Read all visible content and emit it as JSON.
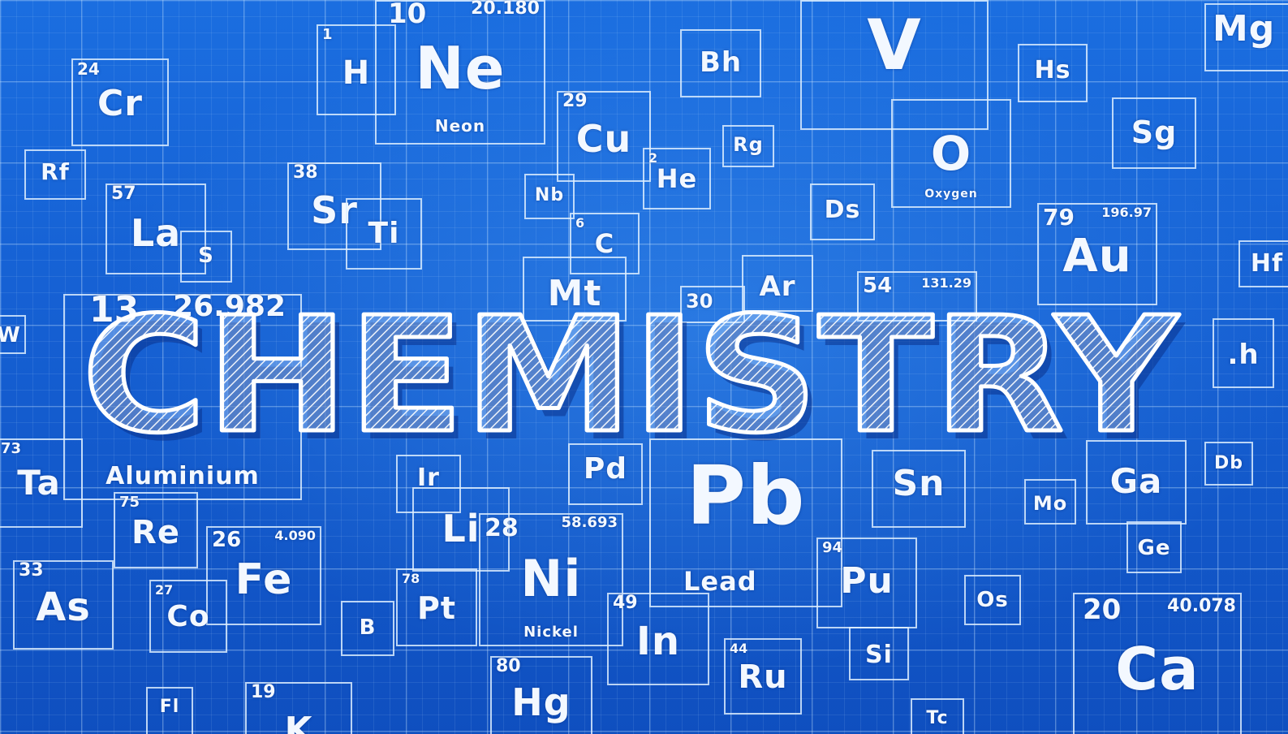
{
  "headline": {
    "text": "CHEMISTRY"
  },
  "colors": {
    "background": "#1a5fd0",
    "line": "#e1f0ff",
    "text": "#f3f8ff"
  },
  "tiles": [
    {
      "id": "ne",
      "number": "10",
      "mass": "20.180",
      "symbol": "Ne",
      "name": "Neon"
    },
    {
      "id": "h",
      "number": "1",
      "symbol": "H"
    },
    {
      "id": "cr",
      "number": "24",
      "symbol": "Cr"
    },
    {
      "id": "rf",
      "symbol": "Rf"
    },
    {
      "id": "la",
      "number": "57",
      "symbol": "La"
    },
    {
      "id": "sr",
      "number": "38",
      "symbol": "Sr"
    },
    {
      "id": "ti",
      "symbol": "Ti"
    },
    {
      "id": "s",
      "symbol": "S"
    },
    {
      "id": "bh",
      "symbol": "Bh"
    },
    {
      "id": "v",
      "symbol": "V"
    },
    {
      "id": "cu",
      "number": "29",
      "symbol": "Cu"
    },
    {
      "id": "he",
      "number": "2",
      "symbol": "He"
    },
    {
      "id": "rg",
      "symbol": "Rg"
    },
    {
      "id": "nb",
      "symbol": "Nb"
    },
    {
      "id": "c",
      "number": "6",
      "symbol": "C"
    },
    {
      "id": "o",
      "symbol": "O",
      "name": "Oxygen"
    },
    {
      "id": "hs",
      "symbol": "Hs"
    },
    {
      "id": "mg",
      "symbol": "Mg"
    },
    {
      "id": "sg",
      "symbol": "Sg"
    },
    {
      "id": "ds",
      "symbol": "Ds"
    },
    {
      "id": "au",
      "number": "79",
      "mass": "196.97",
      "symbol": "Au"
    },
    {
      "id": "mt",
      "symbol": "Mt"
    },
    {
      "id": "ar",
      "symbol": "Ar"
    },
    {
      "id": "zn",
      "number": "30"
    },
    {
      "id": "xe",
      "number": "54",
      "mass": "131.29"
    },
    {
      "id": "hf",
      "symbol": "Hf"
    },
    {
      "id": "h2",
      "symbol": ".h"
    },
    {
      "id": "al",
      "number": "13",
      "mass": "26.982",
      "name": "Aluminium"
    },
    {
      "id": "ta",
      "number": "73",
      "symbol": "Ta"
    },
    {
      "id": "w",
      "symbol": "W"
    },
    {
      "id": "re",
      "number": "75",
      "symbol": "Re"
    },
    {
      "id": "fe",
      "number": "26",
      "mass": "4.090",
      "symbol": "Fe"
    },
    {
      "id": "as",
      "number": "33",
      "symbol": "As"
    },
    {
      "id": "co",
      "number": "27",
      "symbol": "Co"
    },
    {
      "id": "ir",
      "symbol": "Ir"
    },
    {
      "id": "li",
      "symbol": "Li"
    },
    {
      "id": "ni",
      "number": "28",
      "mass": "58.693",
      "symbol": "Ni",
      "name": "Nickel"
    },
    {
      "id": "pt",
      "number": "78",
      "symbol": "Pt"
    },
    {
      "id": "b",
      "symbol": "B"
    },
    {
      "id": "pd",
      "symbol": "Pd"
    },
    {
      "id": "pb",
      "symbol": "Pb",
      "name": "Lead"
    },
    {
      "id": "sn",
      "symbol": "Sn"
    },
    {
      "id": "pu",
      "number": "94",
      "symbol": "Pu"
    },
    {
      "id": "ga",
      "symbol": "Ga"
    },
    {
      "id": "mo",
      "symbol": "Mo"
    },
    {
      "id": "ge",
      "symbol": "Ge"
    },
    {
      "id": "db",
      "symbol": "Db"
    },
    {
      "id": "os",
      "symbol": "Os"
    },
    {
      "id": "in",
      "number": "49",
      "symbol": "In"
    },
    {
      "id": "si",
      "symbol": "Si"
    },
    {
      "id": "ru",
      "number": "44",
      "symbol": "Ru"
    },
    {
      "id": "hg",
      "number": "80",
      "symbol": "Hg"
    },
    {
      "id": "k",
      "number": "19",
      "symbol": "K"
    },
    {
      "id": "fl",
      "symbol": "Fl"
    },
    {
      "id": "ca",
      "number": "20",
      "mass": "40.078",
      "symbol": "Ca"
    },
    {
      "id": "tc",
      "symbol": "Tc"
    }
  ]
}
